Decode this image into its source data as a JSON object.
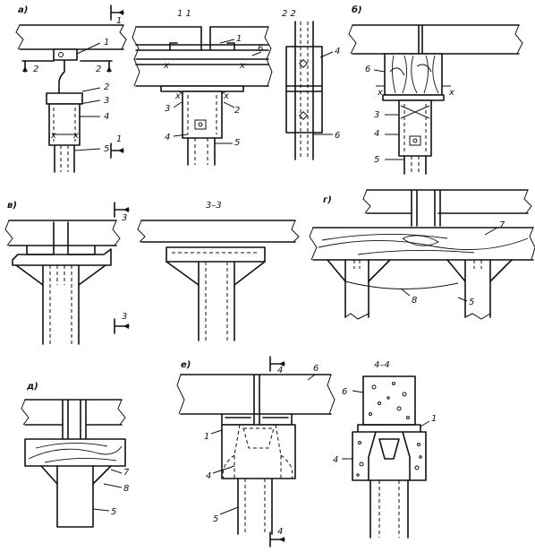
{
  "labels": {
    "panel_a": "а)",
    "panel_b": "б)",
    "panel_v": "в)",
    "panel_g": "г)",
    "panel_d": "д)",
    "panel_e": "е)",
    "section_1_1": "1  1",
    "section_2_2": "2  2",
    "section_3_3": "3–3",
    "section_4_4": "4–4"
  },
  "callouts": {
    "n1": "1",
    "n2": "2",
    "n3": "3",
    "n4": "4",
    "n5": "5",
    "n6": "6",
    "n7": "7",
    "n8": "8"
  },
  "section_marks": {
    "m1": "1",
    "m2": "2",
    "m3": "3",
    "m4": "4"
  }
}
